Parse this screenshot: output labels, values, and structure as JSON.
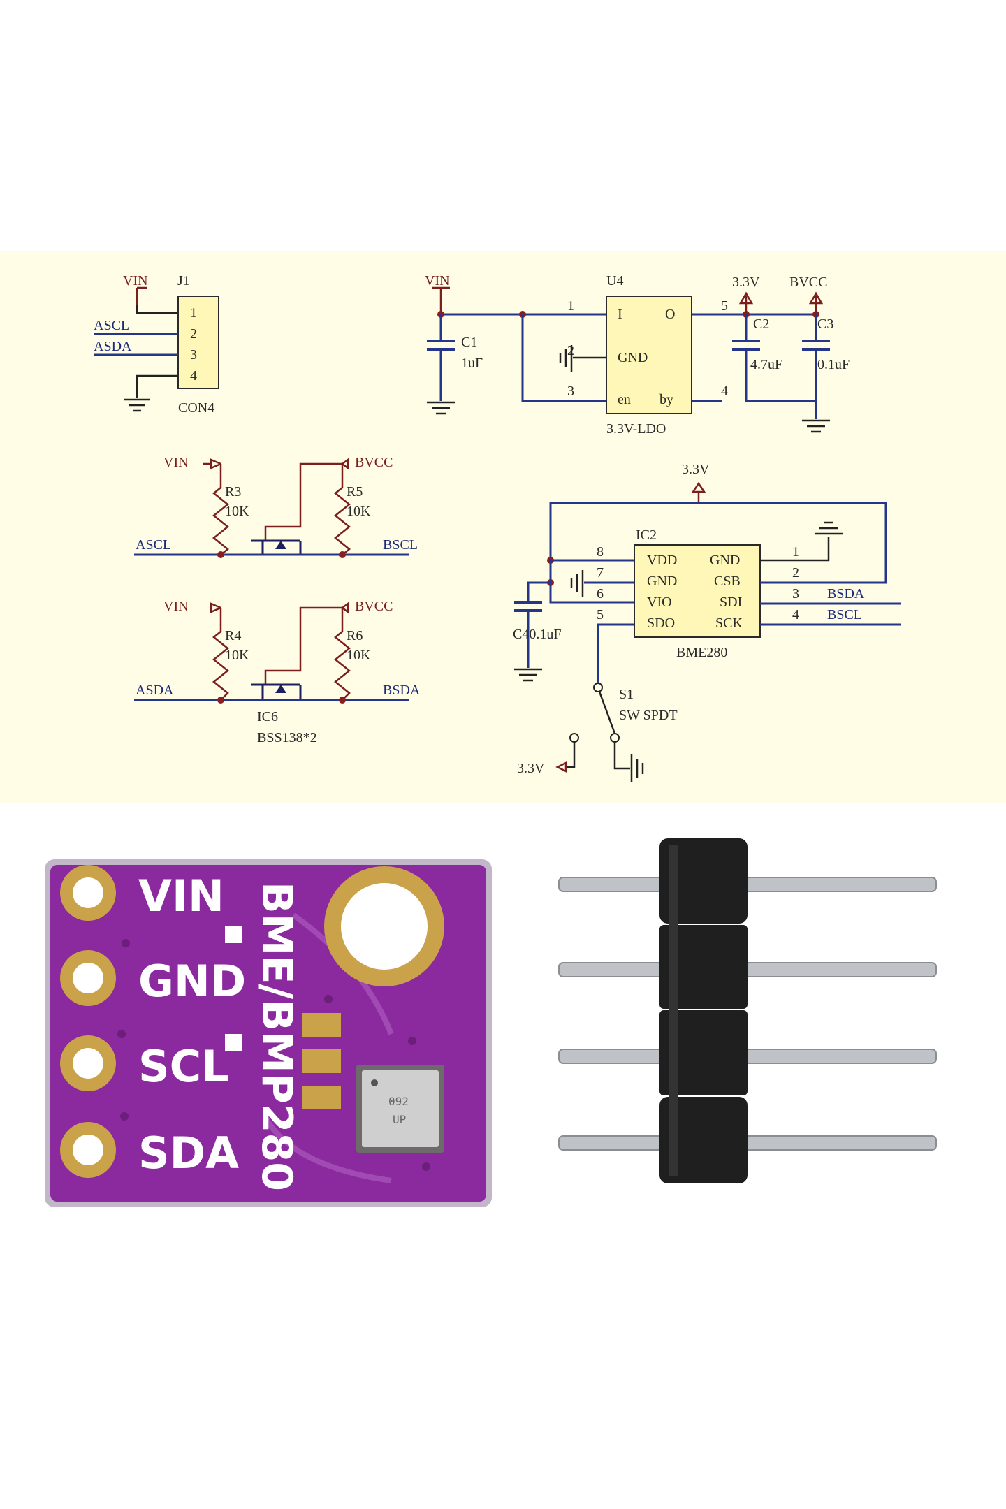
{
  "schematic": {
    "connector": {
      "ref": "J1",
      "part": "CON4",
      "vin": "VIN",
      "pins": [
        "1",
        "2",
        "3",
        "4"
      ],
      "signals": [
        "ASCL",
        "ASDA"
      ]
    },
    "regulator": {
      "ref": "U4",
      "part": "3.3V-LDO",
      "vin": "VIN",
      "pin_in": "I",
      "pin_out": "O",
      "pin_gnd": "GND",
      "pin_en": "en",
      "pin_by": "by",
      "pin_numbers": [
        "1",
        "2",
        "3",
        "4",
        "5"
      ],
      "out_label": "3.3V",
      "bvcc_label": "BVCC",
      "c1_ref": "C1",
      "c1_val": "1uF",
      "c2_ref": "C2",
      "c2_val": "4.7uF",
      "c3_ref": "C3",
      "c3_val": "0.1uF"
    },
    "level_shifter": {
      "ref": "IC6",
      "part": "BSS138*2",
      "vin": "VIN",
      "bvcc": "BVCC",
      "r3": {
        "ref": "R3",
        "val": "10K"
      },
      "r5": {
        "ref": "R5",
        "val": "10K"
      },
      "r4": {
        "ref": "R4",
        "val": "10K"
      },
      "r6": {
        "ref": "R6",
        "val": "10K"
      },
      "ascl": "ASCL",
      "bscl": "BSCL",
      "asda": "ASDA",
      "bsda": "BSDA"
    },
    "sensor": {
      "ref": "IC2",
      "part": "BME280",
      "supply": "3.3V",
      "left_pins": [
        "VDD",
        "GND",
        "VIO",
        "SDO"
      ],
      "right_pins": [
        "GND",
        "CSB",
        "SDI",
        "SCK"
      ],
      "left_nums": [
        "8",
        "7",
        "6",
        "5"
      ],
      "right_nums": [
        "1",
        "2",
        "3",
        "4"
      ],
      "bsda": "BSDA",
      "bscl": "BSCL",
      "c4_label": "C40.1uF",
      "switch_ref": "S1",
      "switch_part": "SW SPDT",
      "switch_rail": "3.3V"
    }
  },
  "board": {
    "pins": [
      "VIN",
      "GND",
      "SCL",
      "SDA"
    ],
    "model": "BME/BMP280",
    "chip_mark_1": "092",
    "chip_mark_2": "UP",
    "colors": {
      "pcb": "#8b2a9e",
      "pad": "#c9a24a",
      "header": "#1f1f1f",
      "pin": "#bfc2c6"
    }
  }
}
